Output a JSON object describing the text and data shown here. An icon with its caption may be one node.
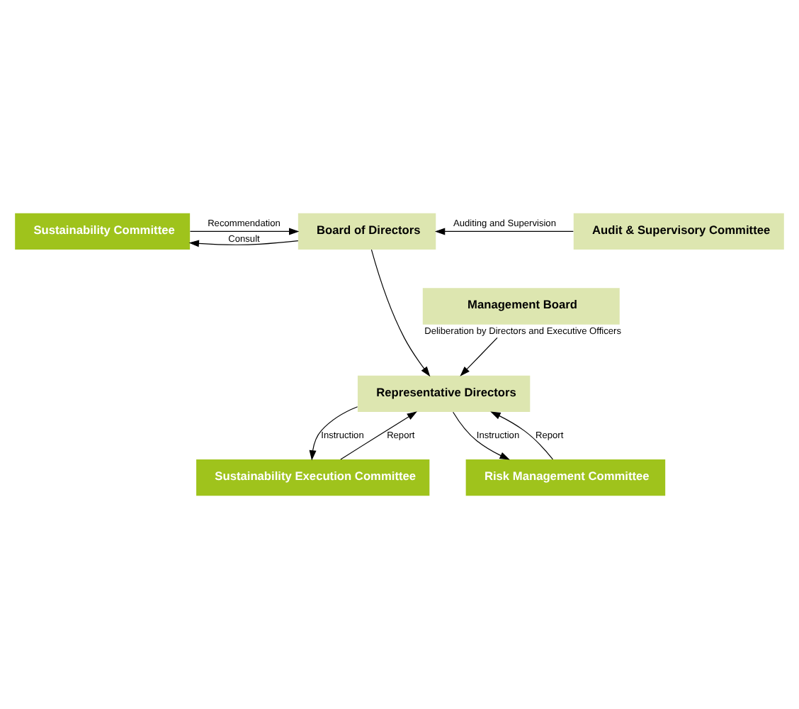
{
  "diagram": {
    "nodes": [
      {
        "text": [
          "Sustainability Committee"
        ]
      },
      {
        "text": [
          "Board of Directors"
        ]
      },
      {
        "text": [
          "Audit & Supervisory Committee"
        ]
      },
      {
        "text": [
          "Management Board"
        ],
        "beside": [
          "Deliberation by Directors and Executive Officers"
        ]
      },
      {
        "text": [
          "Representative Directors"
        ]
      },
      {
        "text": [
          "Sustainability Execution Committee"
        ]
      },
      {
        "text": [
          "Risk Management Committee"
        ]
      }
    ],
    "edges": [
      {
        "from": 1,
        "to": 0,
        "arrow": "to",
        "label": "Consult"
      },
      {
        "from": 0,
        "to": 1,
        "arrow": "to",
        "label": "Recommendation"
      },
      {
        "from": 2,
        "to": 1,
        "arrow": "to",
        "label": "Auditing and Supervision"
      },
      {
        "from": 1,
        "to": 4,
        "arrow": "to"
      },
      {
        "from": 3,
        "to": 4,
        "arrow": "to"
      },
      {
        "from": 4,
        "to": 5,
        "arrow": "to",
        "label": "Instruction"
      },
      {
        "from": 5,
        "to": 4,
        "arrow": "to",
        "label": "Report"
      },
      {
        "from": 4,
        "to": 6,
        "arrow": "to",
        "label": "Instruction"
      },
      {
        "from": 6,
        "to": 4,
        "arrow": "to",
        "label": "Report"
      }
    ]
  }
}
